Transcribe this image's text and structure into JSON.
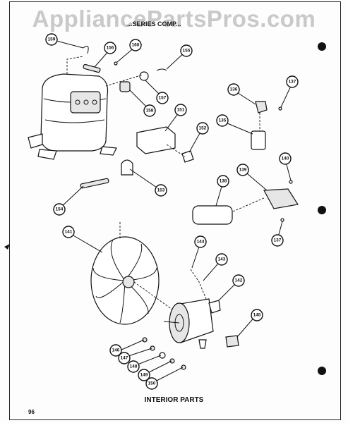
{
  "watermark": "AppliancePartsPros.com",
  "header": {
    "text": "...SERIES COMP..."
  },
  "footer": {
    "title": "INTERIOR PARTS",
    "page_number": "96"
  },
  "callouts": [
    "159",
    "156",
    "160",
    "155",
    "157",
    "158",
    "136",
    "137",
    "151",
    "152",
    "135",
    "153",
    "154",
    "140",
    "139",
    "138",
    "137",
    "141",
    "144",
    "143",
    "142",
    "145",
    "146",
    "147",
    "148",
    "149",
    "150"
  ],
  "colors": {
    "ink": "#111111",
    "watermark": "#c9c9c9",
    "paper": "#fdfdfd"
  }
}
